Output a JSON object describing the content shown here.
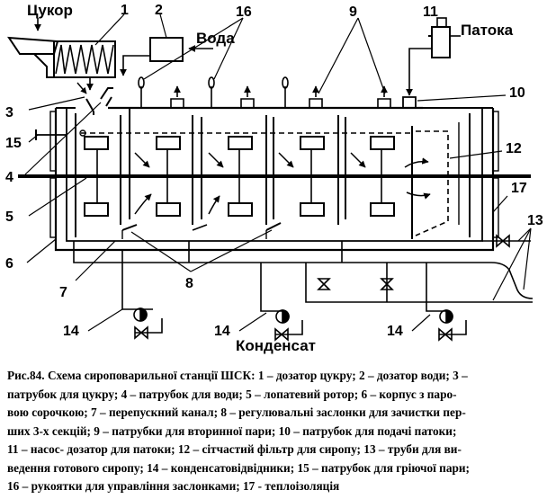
{
  "labels": {
    "sugar": "Цукор",
    "water": "Вода",
    "molasses": "Патока",
    "condensate": "Конденсат"
  },
  "numbers": {
    "n1": "1",
    "n2": "2",
    "n3": "3",
    "n4": "4",
    "n5": "5",
    "n6": "6",
    "n7": "7",
    "n8": "8",
    "n9": "9",
    "n10": "10",
    "n11": "11",
    "n12": "12",
    "n13": "13",
    "n14a": "14",
    "n14b": "14",
    "n14c": "14",
    "n15": "15",
    "n16": "16",
    "n17": "17"
  },
  "caption": {
    "lines": [
      "Рис.84. Схема сироповарильної станції ШСК: 1 – дозатор цукру; 2 – дозатор води; 3 –",
      "патрубок для цукру; 4 – патрубок для води; 5 – лопатевий ротор; 6 – корпус з паро-",
      "вою сорочкою; 7 – перепускний канал; 8 – регулювальні заслонки для зачистки пер-",
      "ших 3-х секцій; 9 – патрубки для вторинної пари; 10 – патрубок для подачі патоки;",
      "11 – насос- дозатор для патоки; 12 – сітчастий фільтр для сиропу; 13 – труби для ви-",
      "ведення готового сиропу; 14 – конденсатовідвідники; 15 – патрубок для гріючої пари;",
      "16 – рукоятки для управління заслонками; 17 - теплоізоляція"
    ]
  }
}
